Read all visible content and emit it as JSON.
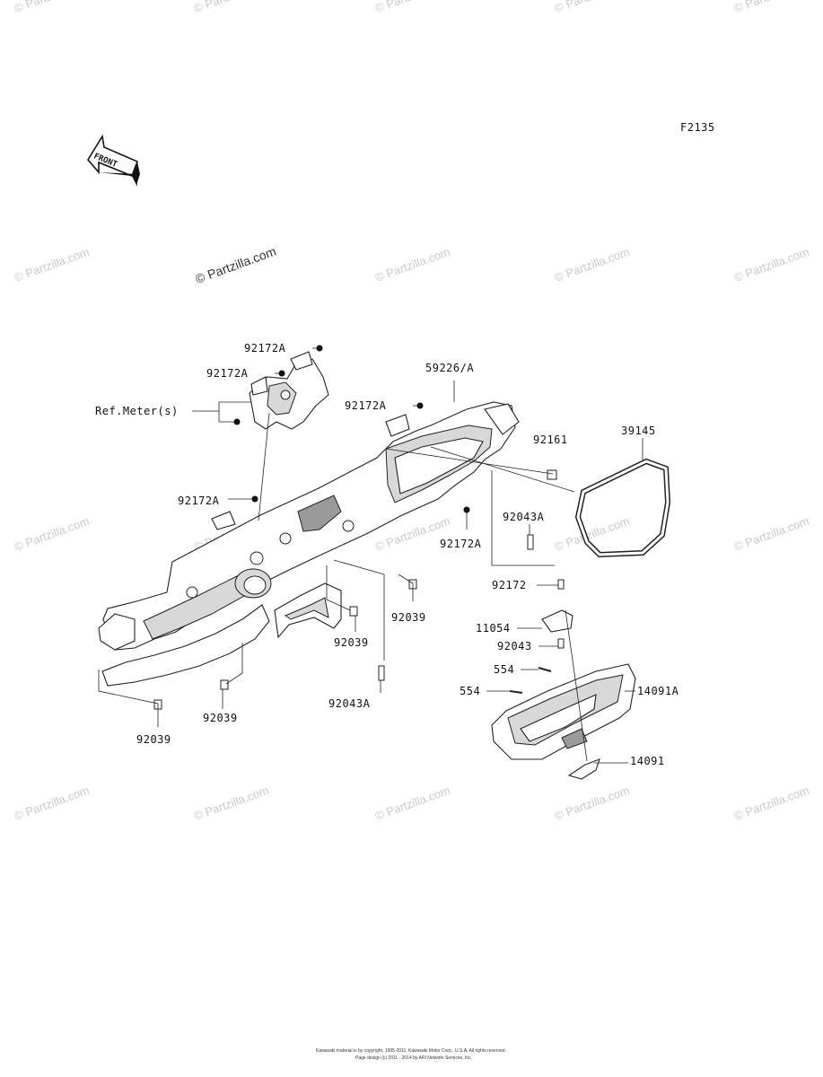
{
  "figure_code": "F2135",
  "front_label": "FRONT",
  "watermark_main": "© Partzilla.com",
  "watermark_repeat": "© Partzilla.com",
  "ref_label": "Ref.Meter(s)",
  "footer_line1": "Kawasaki material is by copyright, 1995-2011, Kawasaki Motor Corp., U.S.A. All rights reserved.",
  "footer_line2": "Page design (c) 2011 - 2014 by ARI Network Services, Inc.",
  "parts": {
    "p92172A_a": "92172A",
    "p92172A_b": "92172A",
    "p92172A_c": "92172A",
    "p92172A_d": "92172A",
    "p92172A_e": "92172A",
    "p59226A": "59226/A",
    "p92161": "92161",
    "p39145": "39145",
    "p92043A_a": "92043A",
    "p92043A_b": "92043A",
    "p92172": "92172",
    "p11054": "11054",
    "p92043": "92043",
    "p554_a": "554",
    "p554_b": "554",
    "p14091A": "14091A",
    "p14091": "14091",
    "p92039_a": "92039",
    "p92039_b": "92039",
    "p92039_c": "92039",
    "p92039_d": "92039"
  }
}
